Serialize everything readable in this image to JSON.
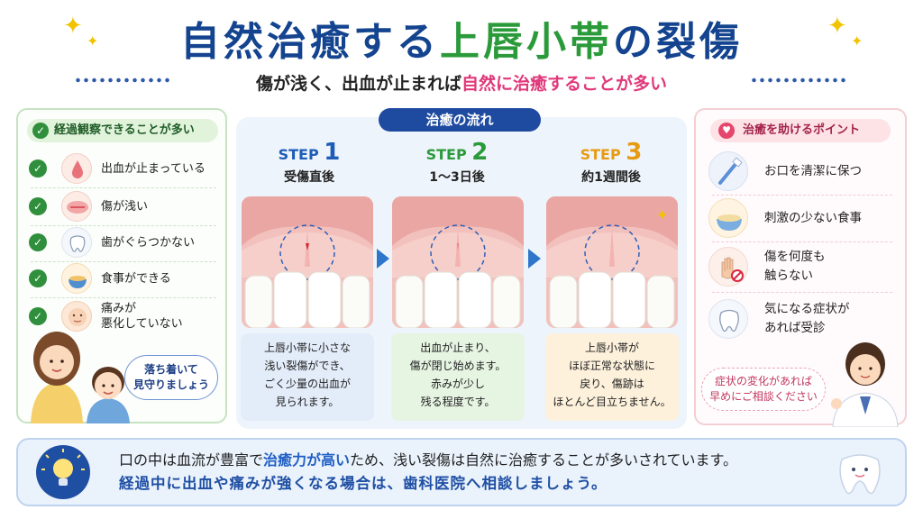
{
  "header": {
    "title_part1": "自然治癒する",
    "title_part2": "上唇小帯",
    "title_part3": "の裂傷",
    "subtitle_part1": "傷が浅く、出血が止まれば",
    "subtitle_part2": "自然に治癒することが多い"
  },
  "left_panel": {
    "heading": "経過観察できることが多い",
    "items": [
      {
        "label": "出血が止まっている",
        "icon": "blood-drop-icon"
      },
      {
        "label": "傷が浅い",
        "icon": "lip-wound-icon"
      },
      {
        "label": "歯がぐらつかない",
        "icon": "tooth-icon"
      },
      {
        "label": "食事ができる",
        "icon": "food-bowl-icon"
      },
      {
        "label": "痛みが\n悪化していない",
        "icon": "face-icon"
      }
    ],
    "bubble": "落ち着いて\n見守りましょう"
  },
  "flow": {
    "title": "治癒の流れ",
    "steps": [
      {
        "step_word": "STEP",
        "step_num": "1",
        "time": "受傷直後",
        "color": "#1e5cb8",
        "desc": "上唇小帯に小さな\n浅い裂傷ができ、\nごく少量の出血が\n見られます。",
        "desc_bg": "#e3ecf9"
      },
      {
        "step_word": "STEP",
        "step_num": "2",
        "time": "1〜3日後",
        "color": "#2b9a3a",
        "desc": "出血が止まり、\n傷が閉じ始めます。\n赤みが少し\n残る程度です。",
        "desc_bg": "#e6f4e2"
      },
      {
        "step_word": "STEP",
        "step_num": "3",
        "time": "約1週間後",
        "color": "#e69b12",
        "desc": "上唇小帯が\nほぼ正常な状態に\n戻り、傷跡は\nほとんど目立ちません。",
        "desc_bg": "#fdf1dc"
      }
    ]
  },
  "right_panel": {
    "heading": "治癒を助けるポイント",
    "items": [
      {
        "label": "お口を清潔に保つ",
        "icon": "toothbrush-icon"
      },
      {
        "label": "刺激の少ない食事",
        "icon": "soup-bowl-icon"
      },
      {
        "label": "傷を何度も\n触らない",
        "icon": "no-touch-hand-icon"
      },
      {
        "label": "気になる症状が\nあれば受診",
        "icon": "tooth-icon"
      }
    ],
    "bubble": "症状の変化があれば\n早めにご相談ください"
  },
  "bottom": {
    "line1_a": "口の中は血流が豊富で",
    "line1_b": "治癒力が高い",
    "line1_c": "ため、浅い裂傷は自然に治癒することが多いされています。",
    "line2": "経過中に出血や痛みが強くなる場合は、歯科医院へ相談しましょう。"
  },
  "colors": {
    "title_blue": "#14448f",
    "title_green": "#2b9a3a",
    "accent_pink": "#e0387a",
    "flow_blue": "#1e4aa0"
  }
}
